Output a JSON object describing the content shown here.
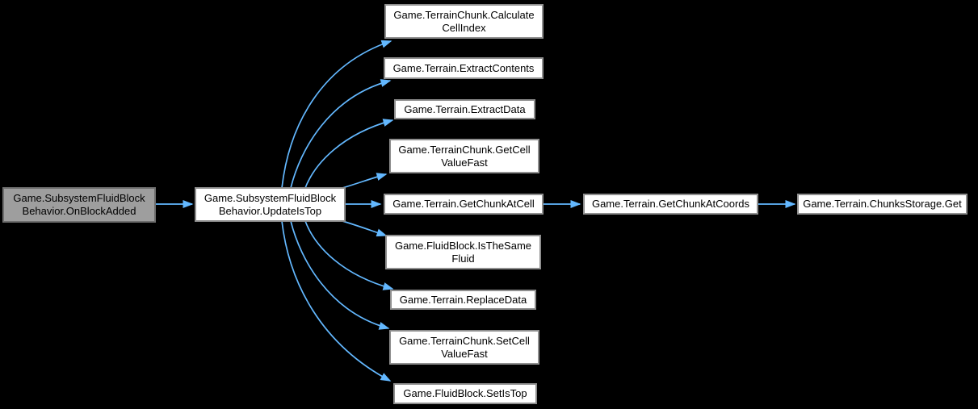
{
  "diagram": {
    "type": "call-graph",
    "background_color": "#000000",
    "edge_color": "#63b8ff",
    "text_color": "#000000",
    "node_fill": "#ffffff",
    "node_border_color": "#8f8f8f",
    "selected_node_fill": "#9e9e9e",
    "nodes": [
      {
        "id": "on-block-added",
        "selected": true,
        "lines": [
          "Game.SubsystemFluidBlock",
          "Behavior.OnBlockAdded"
        ]
      },
      {
        "id": "update-is-top",
        "selected": false,
        "lines": [
          "Game.SubsystemFluidBlock",
          "Behavior.UpdateIsTop"
        ]
      },
      {
        "id": "calculate-cell-index",
        "selected": false,
        "lines": [
          "Game.TerrainChunk.Calculate",
          "CellIndex"
        ]
      },
      {
        "id": "extract-contents",
        "selected": false,
        "lines": [
          "Game.Terrain.ExtractContents"
        ]
      },
      {
        "id": "extract-data",
        "selected": false,
        "lines": [
          "Game.Terrain.ExtractData"
        ]
      },
      {
        "id": "get-cell-value-fast",
        "selected": false,
        "lines": [
          "Game.TerrainChunk.GetCell",
          "ValueFast"
        ]
      },
      {
        "id": "get-chunk-at-cell",
        "selected": false,
        "lines": [
          "Game.Terrain.GetChunkAtCell"
        ]
      },
      {
        "id": "is-the-same-fluid",
        "selected": false,
        "lines": [
          "Game.FluidBlock.IsTheSame",
          "Fluid"
        ]
      },
      {
        "id": "replace-data",
        "selected": false,
        "lines": [
          "Game.Terrain.ReplaceData"
        ]
      },
      {
        "id": "set-cell-value-fast",
        "selected": false,
        "lines": [
          "Game.TerrainChunk.SetCell",
          "ValueFast"
        ]
      },
      {
        "id": "set-is-top",
        "selected": false,
        "lines": [
          "Game.FluidBlock.SetIsTop"
        ]
      },
      {
        "id": "get-chunk-at-coords",
        "selected": false,
        "lines": [
          "Game.Terrain.GetChunkAtCoords"
        ]
      },
      {
        "id": "chunks-storage-get",
        "selected": false,
        "lines": [
          "Game.Terrain.ChunksStorage.Get"
        ]
      }
    ],
    "edges": [
      {
        "from": "on-block-added",
        "to": "update-is-top"
      },
      {
        "from": "update-is-top",
        "to": "calculate-cell-index"
      },
      {
        "from": "update-is-top",
        "to": "extract-contents"
      },
      {
        "from": "update-is-top",
        "to": "extract-data"
      },
      {
        "from": "update-is-top",
        "to": "get-cell-value-fast"
      },
      {
        "from": "update-is-top",
        "to": "get-chunk-at-cell"
      },
      {
        "from": "update-is-top",
        "to": "is-the-same-fluid"
      },
      {
        "from": "update-is-top",
        "to": "replace-data"
      },
      {
        "from": "update-is-top",
        "to": "set-cell-value-fast"
      },
      {
        "from": "update-is-top",
        "to": "set-is-top"
      },
      {
        "from": "get-chunk-at-cell",
        "to": "get-chunk-at-coords"
      },
      {
        "from": "get-chunk-at-coords",
        "to": "chunks-storage-get"
      }
    ]
  }
}
